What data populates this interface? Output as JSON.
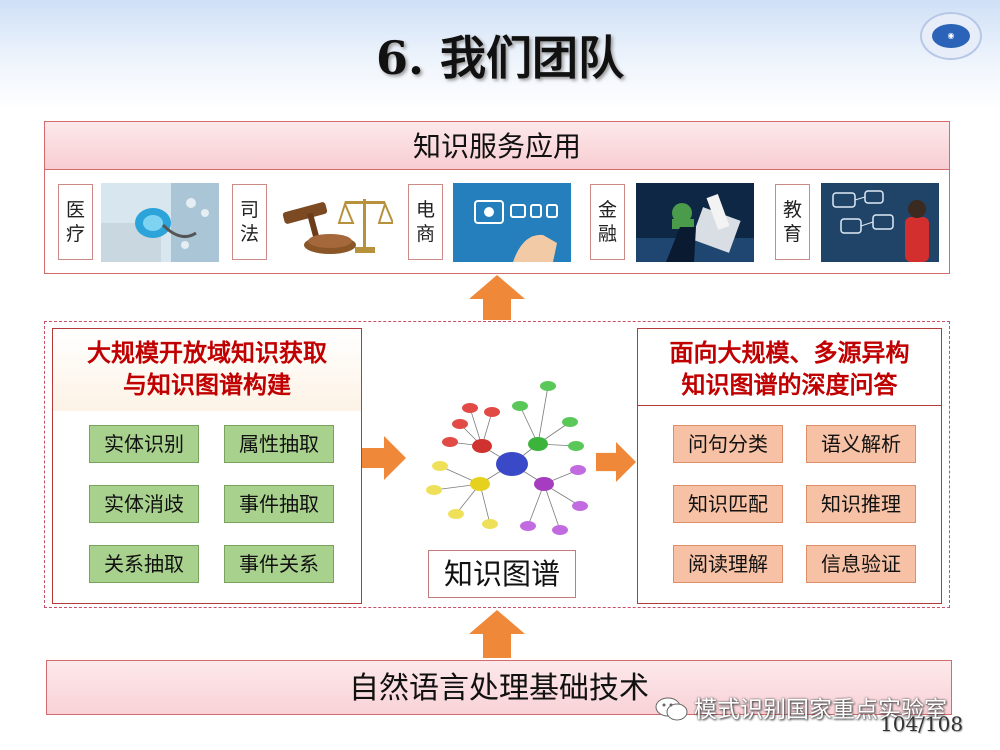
{
  "header": {
    "title": "6. 我们团队"
  },
  "applications": {
    "title": "知识服务应用",
    "items": [
      {
        "label_line1": "医",
        "label_line2": "疗"
      },
      {
        "label_line1": "司",
        "label_line2": "法"
      },
      {
        "label_line1": "电",
        "label_line2": "商"
      },
      {
        "label_line1": "金",
        "label_line2": "融"
      },
      {
        "label_line1": "教",
        "label_line2": "育"
      }
    ]
  },
  "left_panel": {
    "title_line1": "大规模开放域知识获取",
    "title_line2": "与知识图谱构建",
    "tasks": [
      "实体识别",
      "属性抽取",
      "实体消歧",
      "事件抽取",
      "关系抽取",
      "事件关系"
    ]
  },
  "center": {
    "label": "知识图谱"
  },
  "right_panel": {
    "title_line1": "面向大规模、多源异构",
    "title_line2": "知识图谱的深度问答",
    "tasks": [
      "问句分类",
      "语义解析",
      "知识匹配",
      "知识推理",
      "阅读理解",
      "信息验证"
    ]
  },
  "foundation": {
    "label": "自然语言处理基础技术"
  },
  "watermark": {
    "text": "模式识别国家重点实验室"
  },
  "page_number": "104/108",
  "colors": {
    "accent_red": "#c00000",
    "arrow_orange": "#f0883a",
    "green_button": "#a9d18e",
    "orange_button": "#f6c1a4",
    "header_pink": "#f7cdd2"
  }
}
